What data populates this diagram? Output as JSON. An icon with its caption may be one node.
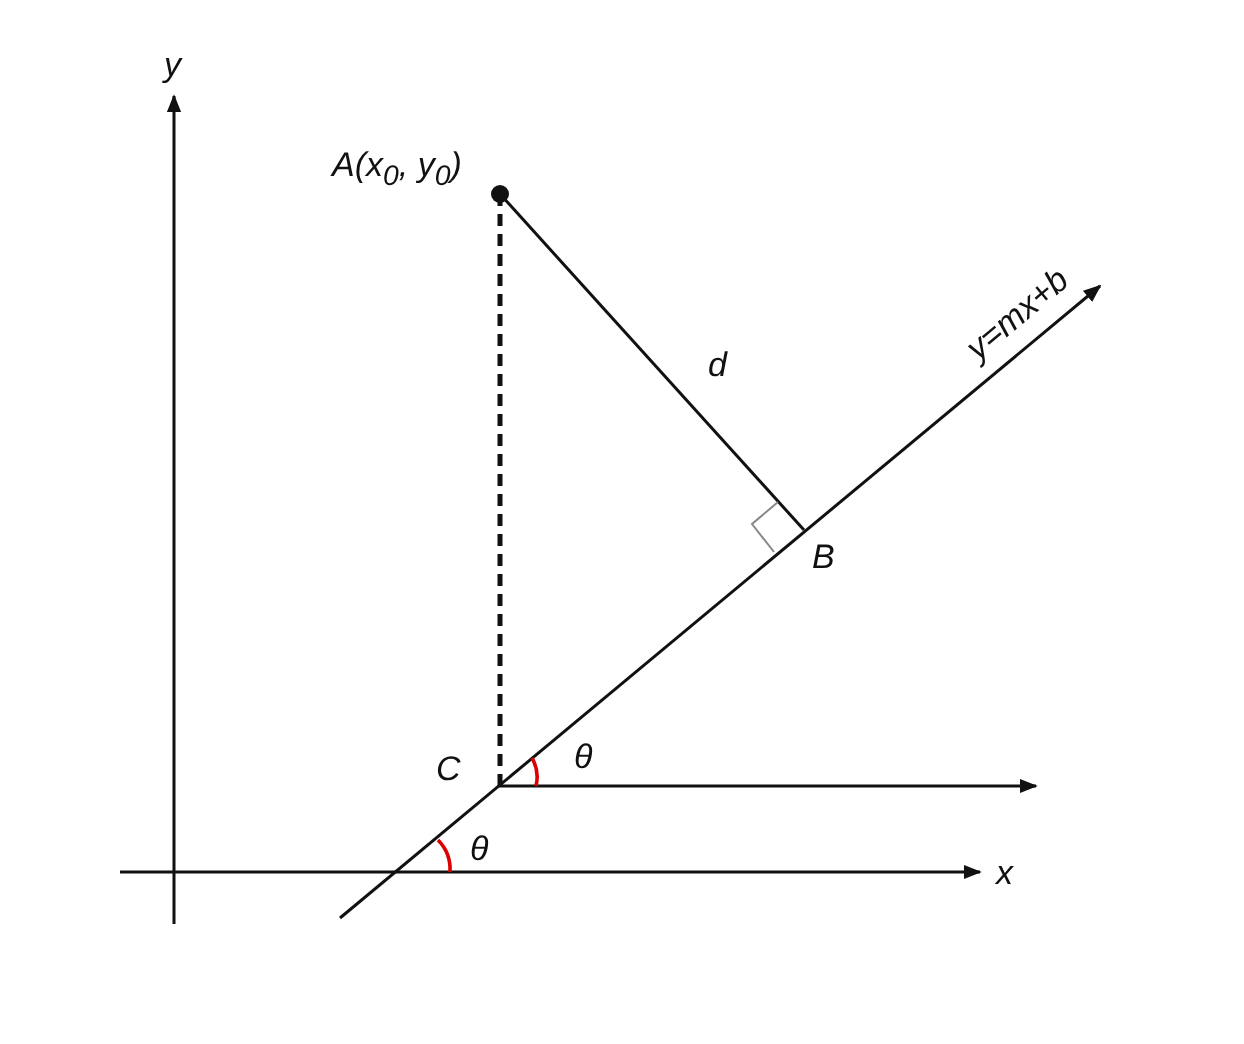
{
  "diagram": {
    "labels": [
      "y",
      "A(x$_{0}$, y$_{0}$)",
      "d",
      "y=mx+b",
      "B",
      "C",
      "θ",
      "θ",
      "x"
    ]
  }
}
